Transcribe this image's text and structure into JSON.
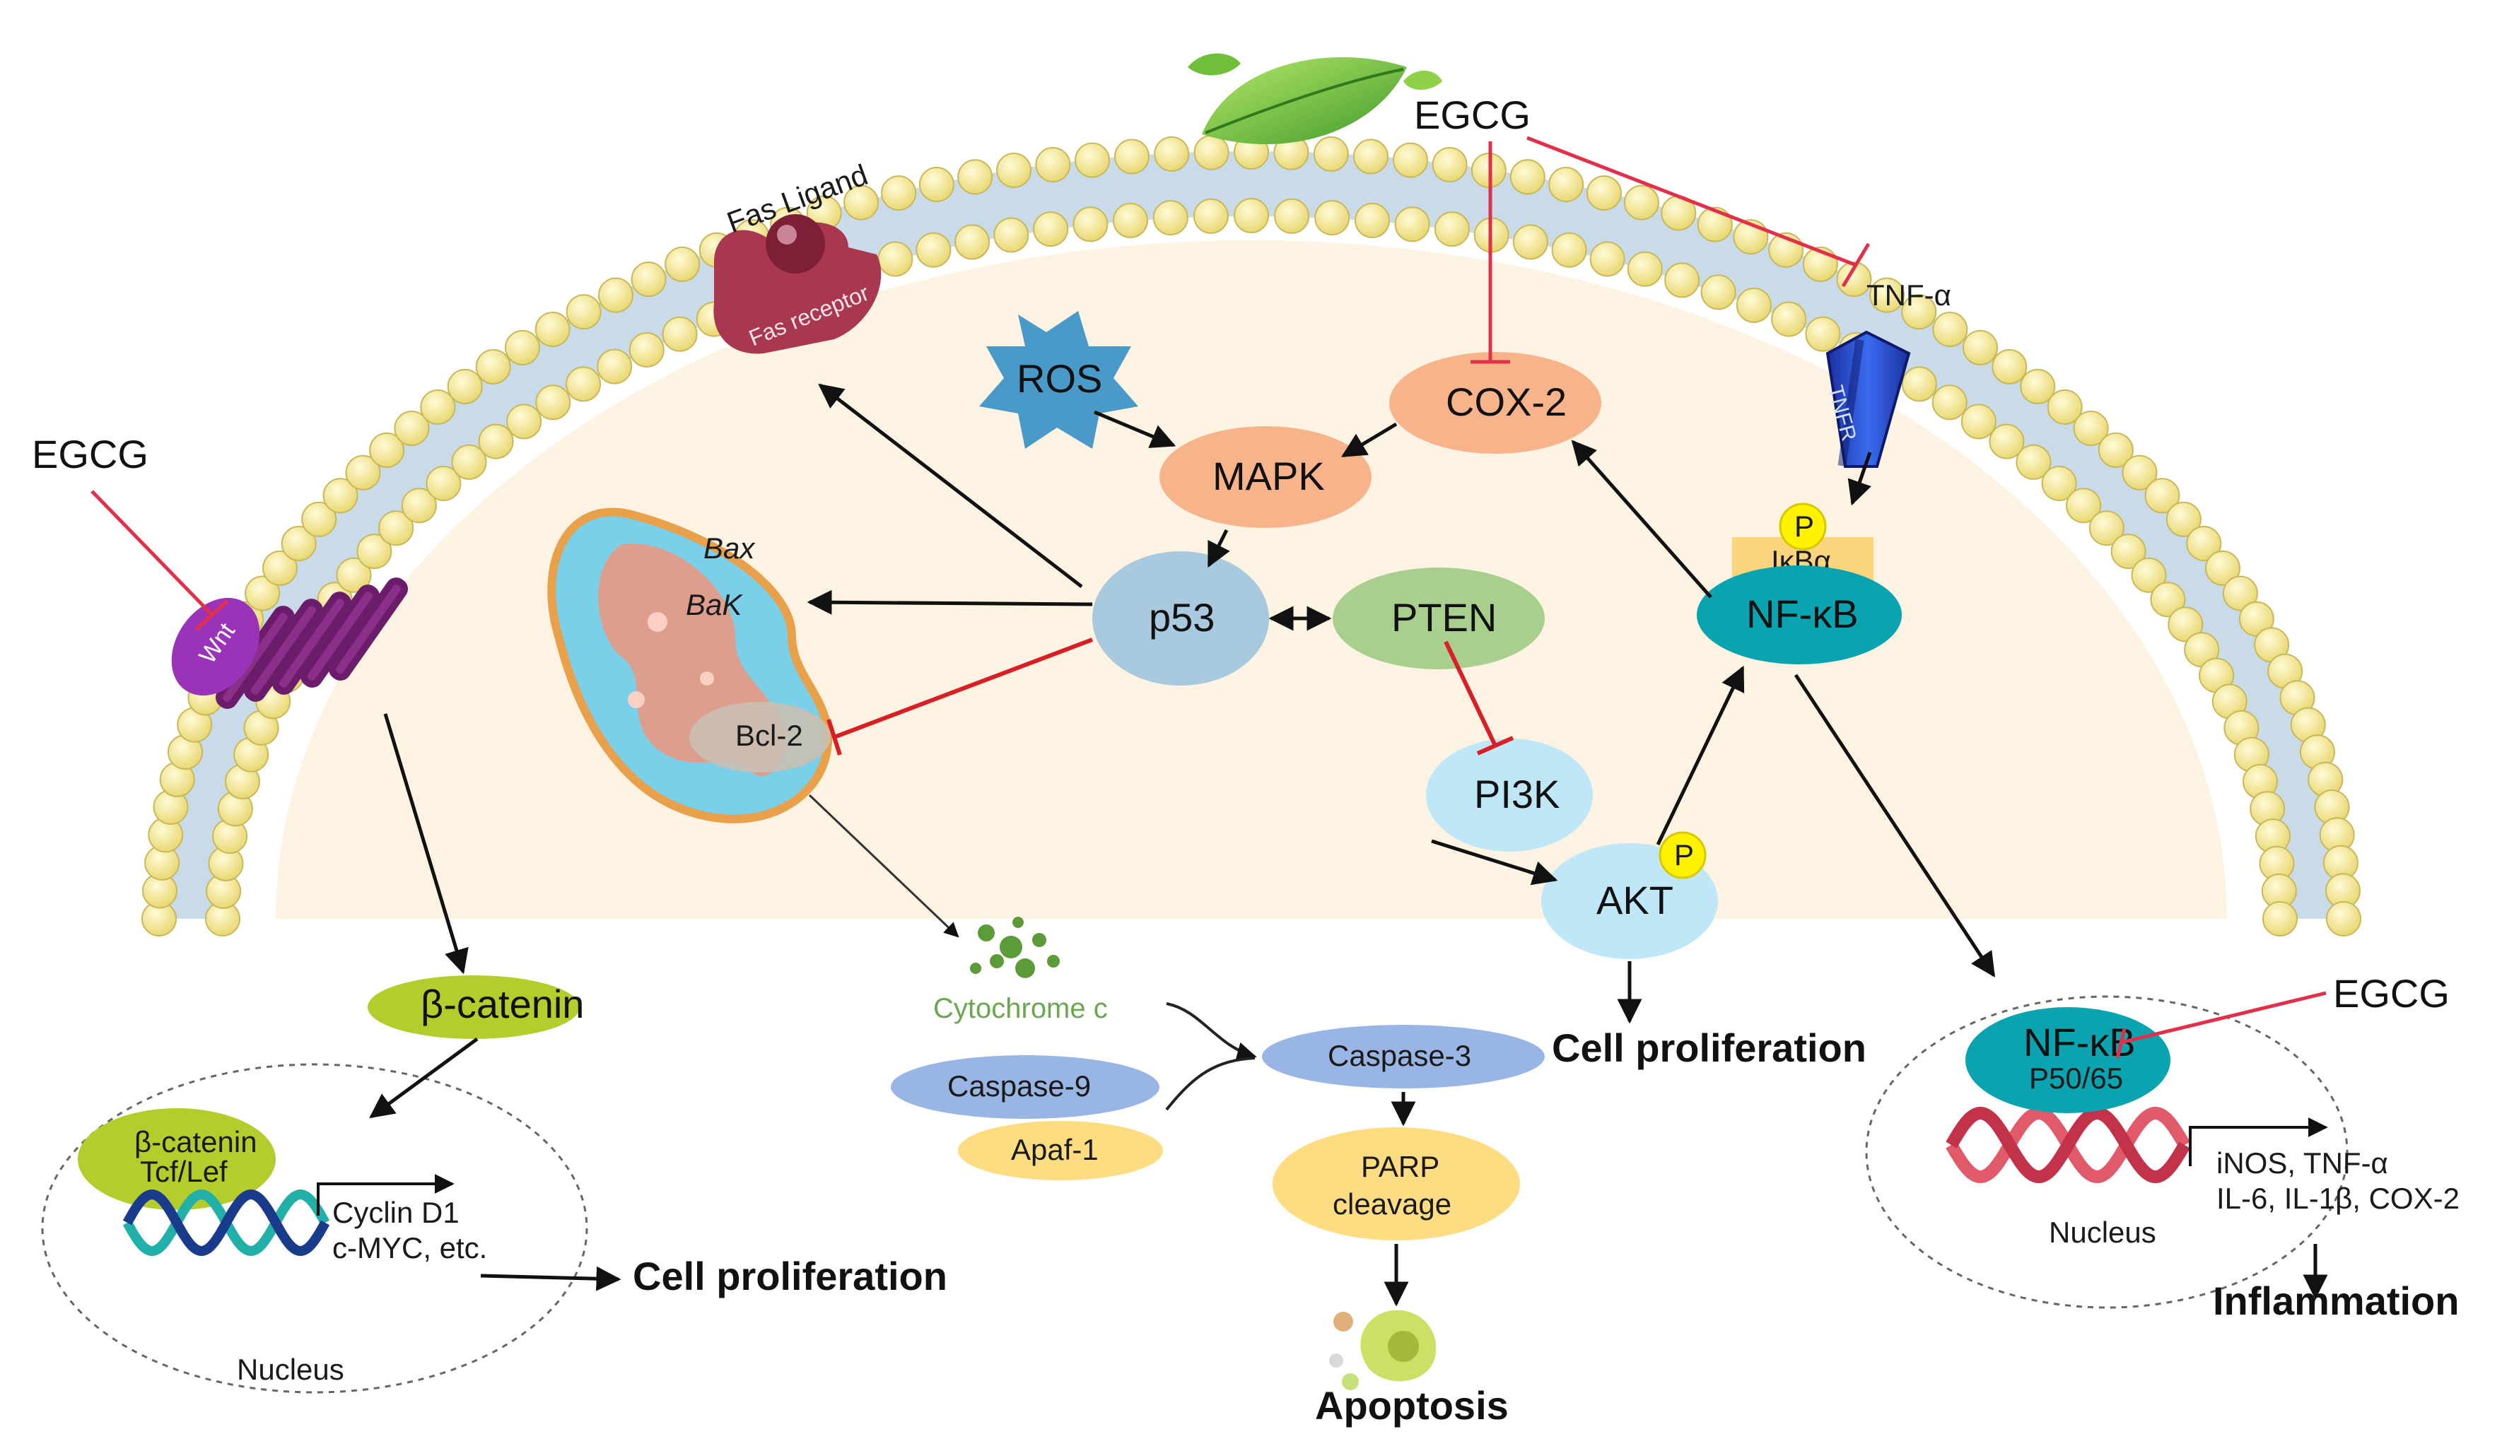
{
  "labels": {
    "egcg_top": "EGCG",
    "egcg_left": "EGCG",
    "egcg_right": "EGCG",
    "fas_ligand": "Fas Ligand",
    "fas_receptor": "Fas receptor",
    "tnf_alpha": "TNF-α",
    "tnfr": "TNFR",
    "wnt": "Wnt",
    "ros": "ROS",
    "cox2": "COX-2",
    "mapk": "MAPK",
    "p53": "p53",
    "pten": "PTEN",
    "pi3k": "PI3K",
    "akt": "AKT",
    "p_akt": "P",
    "p_ikb": "P",
    "ikba": "IκBα",
    "nfkb_cyto": "NF-κB",
    "bax": "Bax",
    "bak": "BaK",
    "bcl2": "Bcl-2",
    "beta_catenin": "β-catenin",
    "beta_catenin_nuc": "β-catenin",
    "tcf_lef": "Tcf/Lef",
    "cyclin_d1": "Cyclin D1",
    "cmyc": "c-MYC, etc.",
    "nucleus_left": "Nucleus",
    "cell_prolif_left": "Cell proliferation",
    "cytochrome_c": "Cytochrome c",
    "caspase9": "Caspase-9",
    "apaf1": "Apaf-1",
    "caspase3": "Caspase-3",
    "parp": "PARP",
    "cleavage": "cleavage",
    "apoptosis": "Apoptosis",
    "cell_prolif_center": "Cell proliferation",
    "nfkb_nuc": "NF-κB",
    "p5065": "P50/65",
    "inos": "iNOS, TNF-α",
    "il6": "IL-6, IL-1β, COX-2",
    "nucleus_right": "Nucleus",
    "inflammation": "Inflammation"
  },
  "colors": {
    "membrane_head": "#f5ea9a",
    "membrane_tail": "#c9dbe8",
    "cytoplasm": "#fdf3e2",
    "inhibit": "#e0304a",
    "ros": "#4a9ac9",
    "orange_node": "#f7b48a",
    "p53_node": "#a9c9df",
    "pten_node": "#a8cf8e",
    "lightblue_node": "#bfe7f7",
    "nfkb_node": "#0aa3b0",
    "catenin_node": "#b4cc2c",
    "caspase_node": "#99b5e3",
    "yellow_node": "#fddc82",
    "p_badge": "#fff200"
  }
}
